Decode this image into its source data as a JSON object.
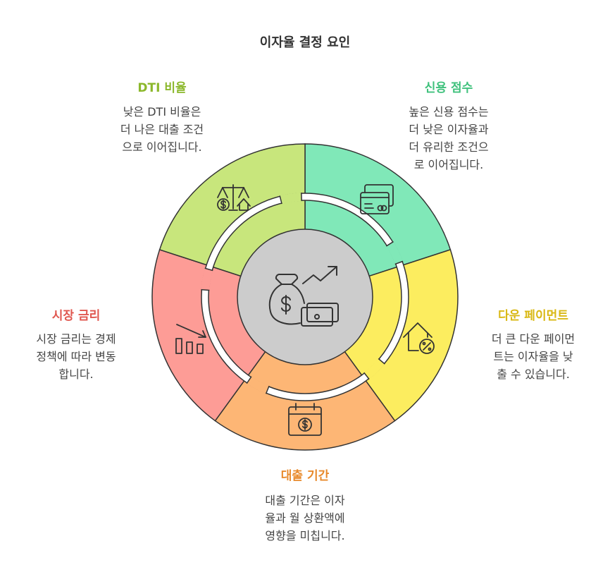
{
  "title": "이자율 결정 요인",
  "colors": {
    "dti": "#c8e67c",
    "credit": "#80e8b8",
    "down": "#fced5f",
    "term": "#fdb675",
    "market": "#fd9c96",
    "center": "#cccccc",
    "outline": "#333333"
  },
  "segments": {
    "dti": {
      "label": "DTI 비율",
      "label_color": "#8cb82c",
      "desc_lines": [
        "낮은 DTI 비율은",
        "더 나은 대출 조건",
        "으로 이어집니다."
      ],
      "icon": "balance-scale-dollar-house-icon"
    },
    "credit": {
      "label": "신용 점수",
      "label_color": "#3fc17c",
      "desc_lines": [
        "높은 신용 점수는",
        "더 낮은 이자율과",
        "더 유리한 조건으",
        "로 이어집니다."
      ],
      "icon": "credit-card-icon"
    },
    "down": {
      "label": "다운 페이먼트",
      "label_color": "#d9b814",
      "desc_lines": [
        "더 큰 다운 페이먼",
        "트는 이자율을 낮",
        "출 수 있습니다."
      ],
      "icon": "house-percent-icon"
    },
    "term": {
      "label": "대출 기간",
      "label_color": "#e88a2c",
      "desc_lines": [
        "대출 기간은 이자",
        "율과 월 상환액에",
        "영향을 미칩니다."
      ],
      "icon": "calendar-dollar-icon"
    },
    "market": {
      "label": "시장 금리",
      "label_color": "#e0574f",
      "desc_lines": [
        "시장 금리는 경제",
        "정책에 따라 변동",
        "합니다."
      ],
      "icon": "declining-bar-chart-icon"
    }
  },
  "center_icon": "money-bag-growth-icon"
}
